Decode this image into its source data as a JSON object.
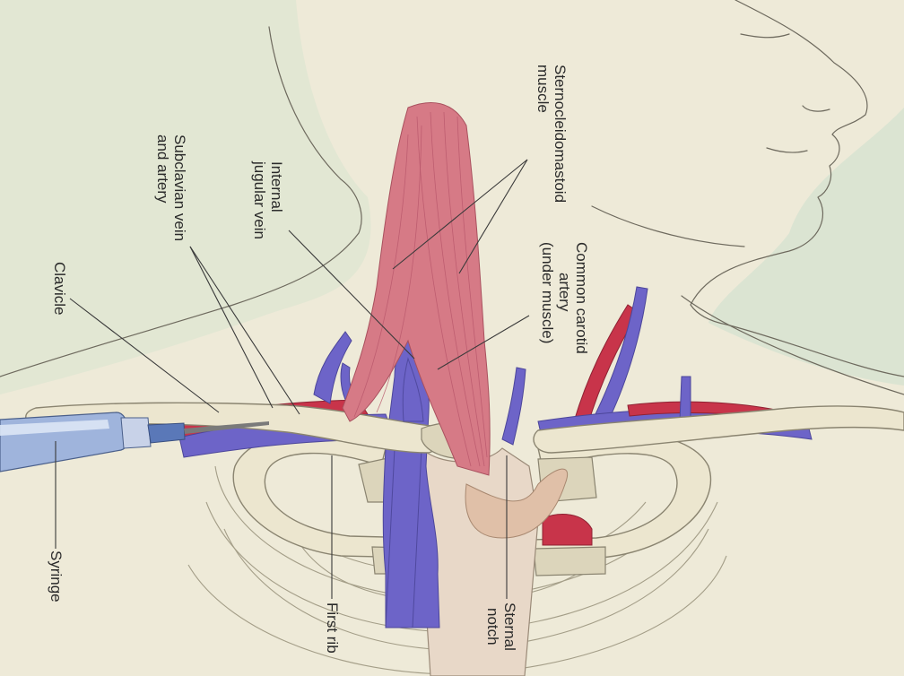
{
  "labels": {
    "scm": [
      "Sternocleidomastoid",
      "muscle"
    ],
    "subclavian": [
      "Subclavian vein",
      "and artery"
    ],
    "ijv": [
      "Internal",
      "jugular vein"
    ],
    "clavicle": [
      "Clavicle"
    ],
    "carotid": [
      "Common carotid",
      "artery",
      "(under muscle)"
    ],
    "syringe": [
      "Syringe"
    ],
    "first_rib": [
      "First rib"
    ],
    "sternal_notch": [
      "Sternal",
      "notch"
    ]
  },
  "colors": {
    "background": "#eeead8",
    "shadow": "#cfe0cf",
    "vein": "#6d64c8",
    "artery": "#c8344a",
    "muscle": "#d67a86",
    "bone": "#ece6cf",
    "syringe": "#9fb4dc"
  }
}
